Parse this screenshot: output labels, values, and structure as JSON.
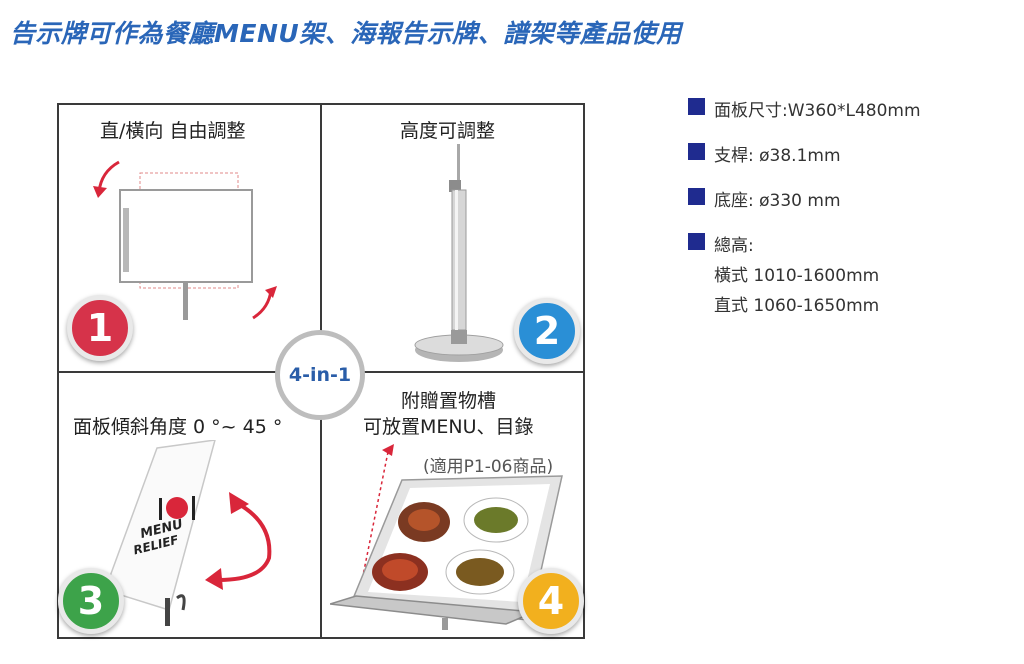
{
  "headline": "告示牌可作為餐廳MENU架、海報告示牌、譜架等產品使用",
  "diagram": {
    "center_label": "4-in-1",
    "quadrants": [
      {
        "number": "1",
        "label": "直/橫向 自由調整",
        "badge_color": "#d6334a"
      },
      {
        "number": "2",
        "label": "高度可調整",
        "badge_color": "#2a8fd6"
      },
      {
        "number": "3",
        "label": "面板傾斜角度 0 °~ 45 °",
        "badge_color": "#3da34a"
      },
      {
        "number": "4",
        "label_line1": "附贈置物槽",
        "label_line2": "可放置MENU、目錄",
        "note": "(適用P1-06商品)",
        "badge_color": "#f2b01e"
      }
    ],
    "menu_card_text_line1": "MENU",
    "menu_card_text_line2": "RELIEF"
  },
  "specs": [
    {
      "text": "面板尺寸:W360*L480mm"
    },
    {
      "text": "支桿: ø38.1mm"
    },
    {
      "text": "底座: ø330 mm"
    },
    {
      "text": "總高:",
      "sub": [
        "橫式 1010-1600mm",
        "直式 1060-1650mm"
      ]
    }
  ],
  "colors": {
    "headline": "#2a66b8",
    "spec_marker": "#1f2b8f",
    "arrow": "#d9263a",
    "center_text": "#2a5da8"
  }
}
